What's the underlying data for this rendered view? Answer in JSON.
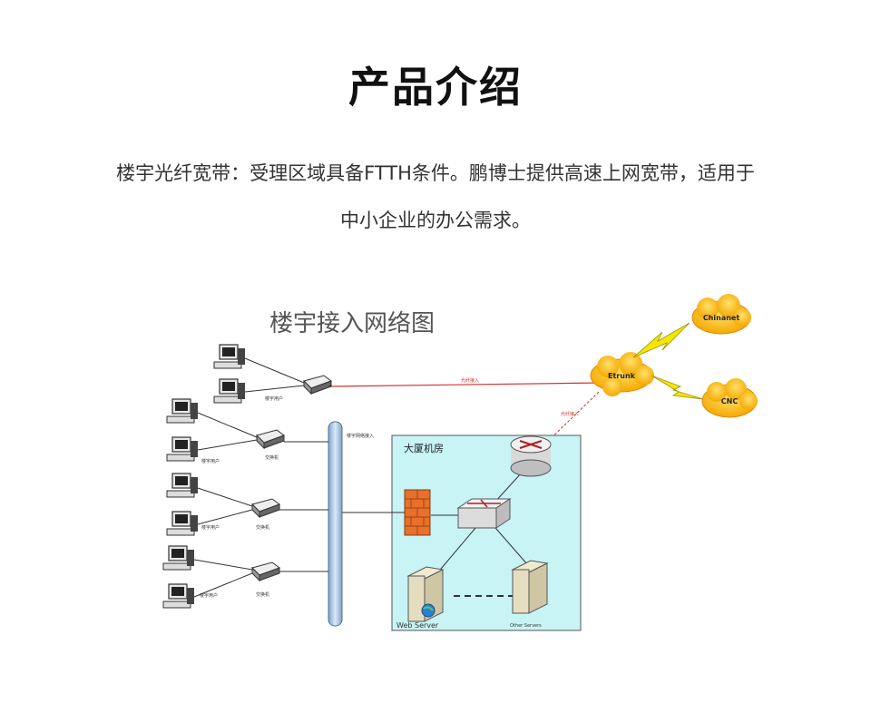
{
  "page": {
    "title": "产品介绍",
    "intro_line1": "楼宇光纤宽带：受理区域具备FTTH条件。鹏博士提供高速上网宽带，适用于",
    "intro_line2": "中小企业的办公需求。"
  },
  "diagram": {
    "title": "楼宇接入网络图",
    "room_label": "大厦机房",
    "clouds": {
      "etrunk": "Etrunk",
      "chinanet": "Chinanet",
      "cnc": "CNC"
    },
    "servers": {
      "web": "Web Server",
      "other": "Other Servers"
    },
    "colors": {
      "fiber_link": "#d33333",
      "room_bg": "#c8f4f6",
      "cloud": "#f5a800",
      "bolt": "#f5e600",
      "backbone": "#a9c6e3",
      "firewall": "#e8702a"
    }
  }
}
